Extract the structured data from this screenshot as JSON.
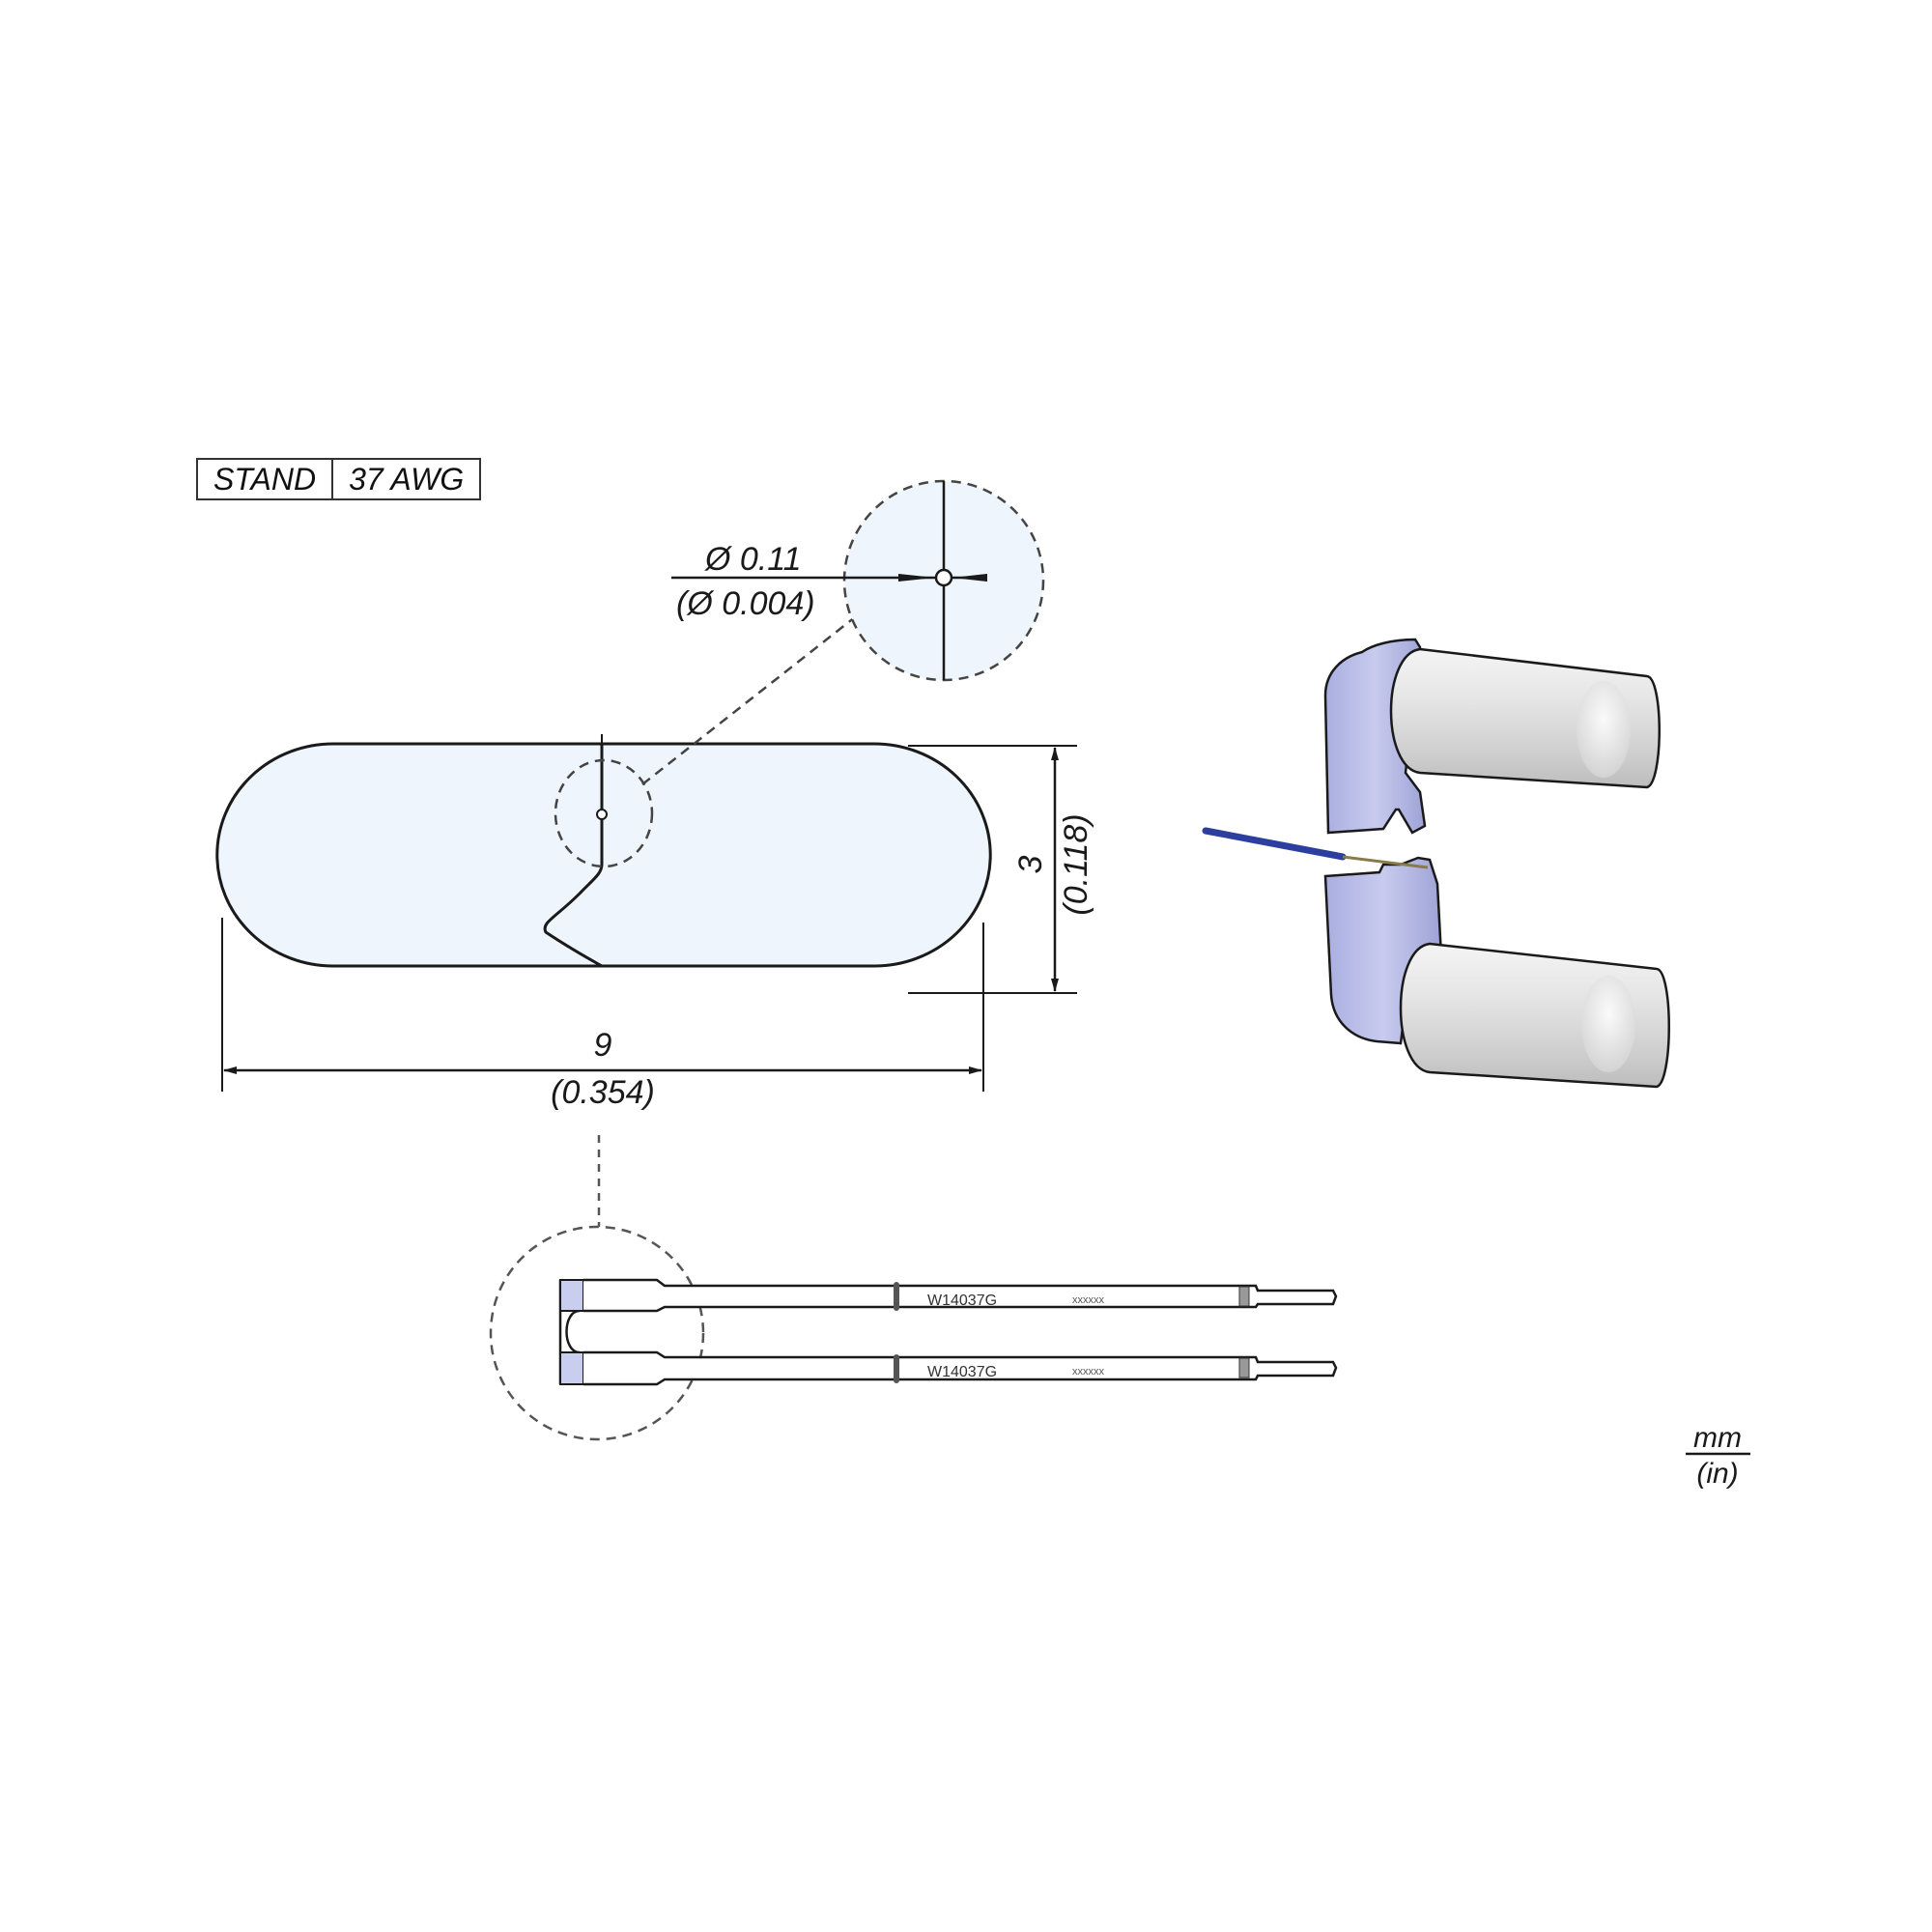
{
  "spec_table": {
    "type_label": "STAND",
    "wire_gauge": "37 AWG"
  },
  "detail_view": {
    "hole_diameter_mm": "Ø 0.11",
    "hole_diameter_in": "(Ø 0.004)"
  },
  "tip_profile": {
    "width_mm": "9",
    "width_in": "(0.354)",
    "height_mm": "3",
    "height_in": "(0.118)"
  },
  "cartridges": {
    "top_part_number": "W14037G",
    "top_serial": "xxxxxx",
    "bottom_part_number": "W14037G",
    "bottom_serial": "xxxxxx"
  },
  "units": {
    "primary": "mm",
    "secondary": "(in)"
  },
  "colors": {
    "tip_fill": "#eef5fc",
    "tip_metal": "#b9bde6",
    "wire_insulation": "#2c3e9e",
    "line": "#1a1a1a"
  }
}
